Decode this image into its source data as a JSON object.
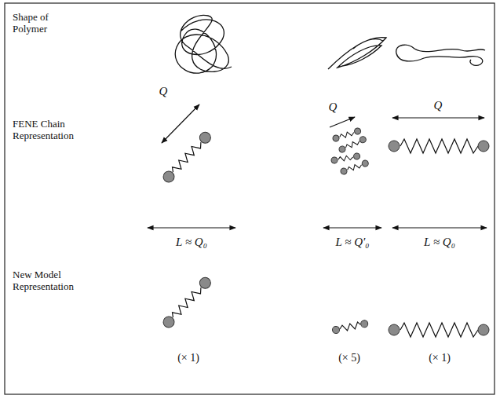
{
  "diagram": {
    "labels": [
      "Shape of Polymer",
      "FENE Chain Representation",
      "New Model Representation",
      "Q",
      "Q",
      "Q",
      "L ≈ Q₀",
      "L ≈ Q′₀",
      "L ≈ Q₀",
      "(× 1)",
      "(× 5)",
      "(× 1)"
    ]
  }
}
